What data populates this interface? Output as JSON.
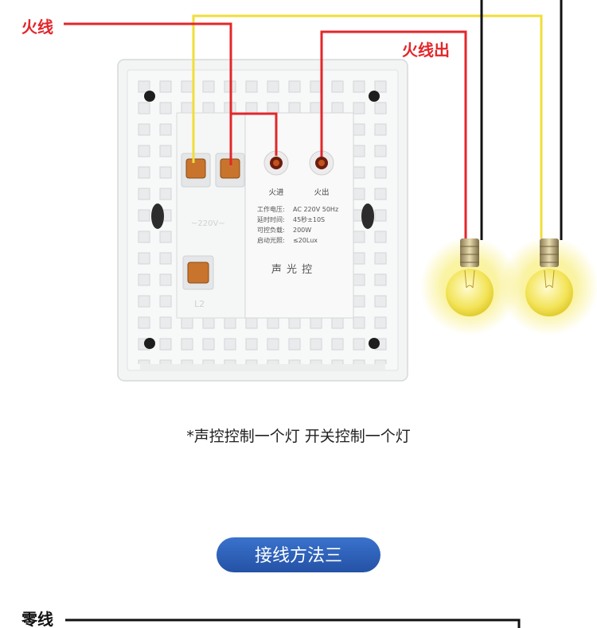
{
  "labels": {
    "live_wire": "火线",
    "live_wire_out": "火线出",
    "neutral_wire": "零线"
  },
  "module": {
    "terminal_in": "火进",
    "terminal_out": "火出",
    "specs": [
      {
        "label": "工作电压:",
        "value": "AC 220V 50Hz"
      },
      {
        "label": "延时时间:",
        "value": "45秒±10S"
      },
      {
        "label": "可控负载:",
        "value": "200W"
      },
      {
        "label": "启动光照:",
        "value": "≤20Lux"
      }
    ],
    "name": "声 光 控",
    "left_voltage_marking": "~220V~",
    "left_marking": "L2"
  },
  "caption": "*声控控制一个灯  开关控制一个灯",
  "method_button": "接线方法三",
  "colors": {
    "live": "#e3262a",
    "switched": "#f0de3a",
    "neutral": "#111111",
    "button": "#2a5fb8"
  }
}
